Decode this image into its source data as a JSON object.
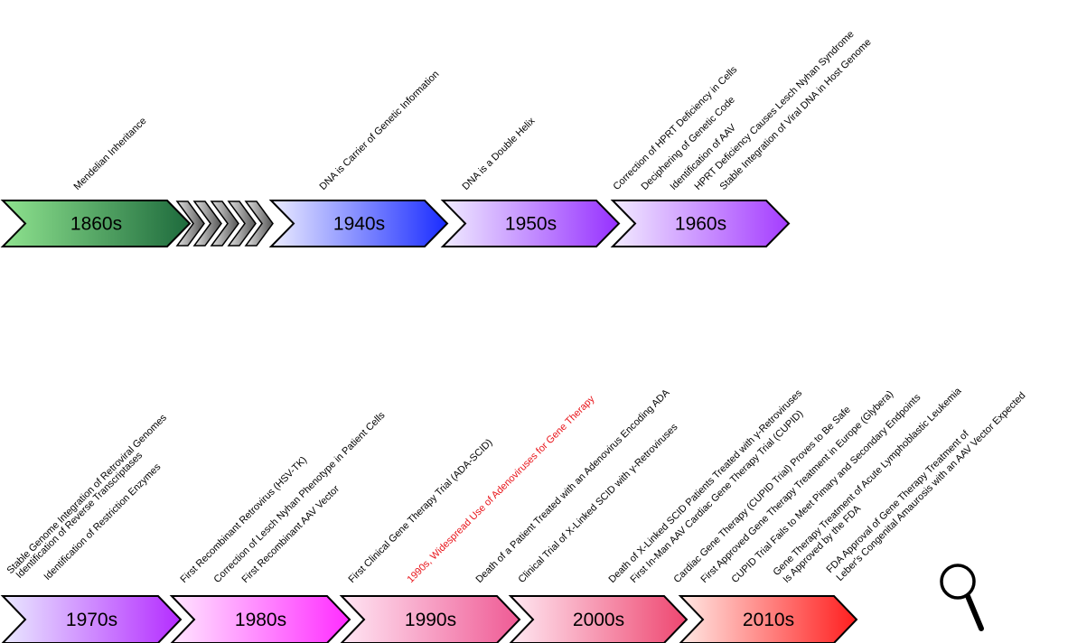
{
  "decades": [
    {
      "label": "1860s",
      "from": "#8fe38f",
      "to": "#1d6a3c"
    },
    {
      "label": "1940s",
      "from": "#ececff",
      "to": "#1a2cff"
    },
    {
      "label": "1950s",
      "from": "#f0ecff",
      "to": "#9630ff"
    },
    {
      "label": "1960s",
      "from": "#f2ecff",
      "to": "#a43cff"
    },
    {
      "label": "1970s",
      "from": "#e9e9ff",
      "to": "#b42cff"
    },
    {
      "label": "1980s",
      "from": "#ffe6ff",
      "to": "#ff2cff"
    },
    {
      "label": "1990s",
      "from": "#ffe6f4",
      "to": "#ef5a94"
    },
    {
      "label": "2000s",
      "from": "#ffe8f2",
      "to": "#ee4670"
    },
    {
      "label": "2010s",
      "from": "#ffe8e4",
      "to": "#ff1e1e"
    }
  ],
  "events": {
    "e1860": [
      "Mendelian Inheritance"
    ],
    "e1940": [
      "DNA is Carrier of Genetic Information"
    ],
    "e1950": [
      "DNA is a Double Helix"
    ],
    "e1960": [
      "Correction of HPRT Deficiency in Cells",
      "Deciphering of Genetic Code",
      "Identification of AAV",
      "HPRT Deficiency Causes Lesch Nyhan Syndrome",
      "Stable Integration of Viral DNA in Host Genome"
    ],
    "e1970": [
      "Stable Genome Integration of Retroviral Genomes",
      "Identification of Reverse Transcriptases",
      "Identification of Restriction Enzymes"
    ],
    "e1980": [
      "First Recombinant Retrovirus (HSV-TK)",
      "Correction of Lesch Nyhan Phenotype in Patient Cells",
      "First Recombinant AAV Vector"
    ],
    "e1990": [
      "First Clinical Gene Therapy Trial (ADA-SCID)",
      "1990s, Widespread Use of Adenoviruses for Gene Therapy",
      "Death of a Patient Treated with an Adenovirus Encoding ADA",
      "Clinical Trial of X-Linked SCID with γ-Retroviruses"
    ],
    "e2000": [
      "Death of X-Linked SCID Patients Treated with γ-Retroviruses",
      "First In-Man AAV Cardiac Gene Therapy Trial (CUPID)"
    ],
    "e2010": [
      "Cardiac Gene Therapy (CUPID Trial) Proves to Be Safe",
      "First Approved Gene Therapy Treatment in Europe (Glybera)",
      "CUPID Trial Fails to Meet Pimary and Secondary Endpoints",
      "Gene Therapy Treatment of Acute Lymphoblastic Leukemia",
      "Is Approved by the FDA",
      "FDA Approval of Gene Therapy Treatment of",
      "Leber's Congenital Amaurosis with an AAV Vector Expected"
    ]
  },
  "highlight_color": "#e8141a",
  "icons": {
    "magnifier": "magnifying-glass-icon"
  }
}
